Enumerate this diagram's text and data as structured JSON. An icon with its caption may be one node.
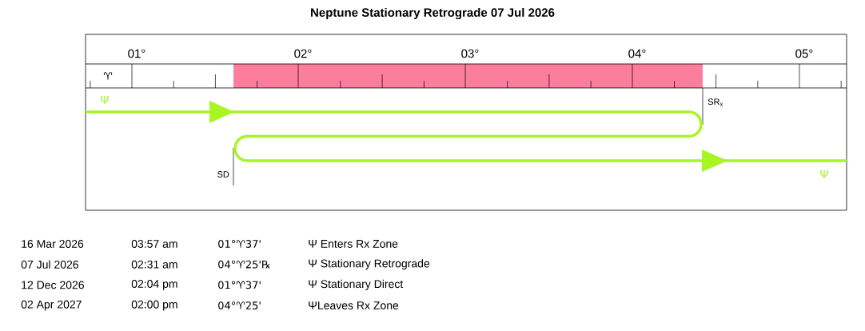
{
  "diagram": {
    "title": "Neptune Stationary Retrograde  07 Jul 2026",
    "labels": [
      "01°",
      "02°",
      "03°",
      "04°",
      "05°",
      "♈",
      "Ψ",
      "SR$_{x}$",
      "SD",
      "Ψ",
      "16 Mar 2026",
      "03:57 am",
      "01°♈37'",
      "Ψ Enters Rx Zone",
      "07 Jul 2026",
      "02:31 am",
      "04°♈25'℞",
      "Ψ Stationary Retrograde",
      "12 Dec 2026",
      "02:04 pm",
      "01°♈37'",
      "Ψ Stationary Direct",
      "02 Apr 2027",
      "02:00 pm",
      "04°♈25'",
      "ΨLeaves Rx Zone"
    ]
  }
}
